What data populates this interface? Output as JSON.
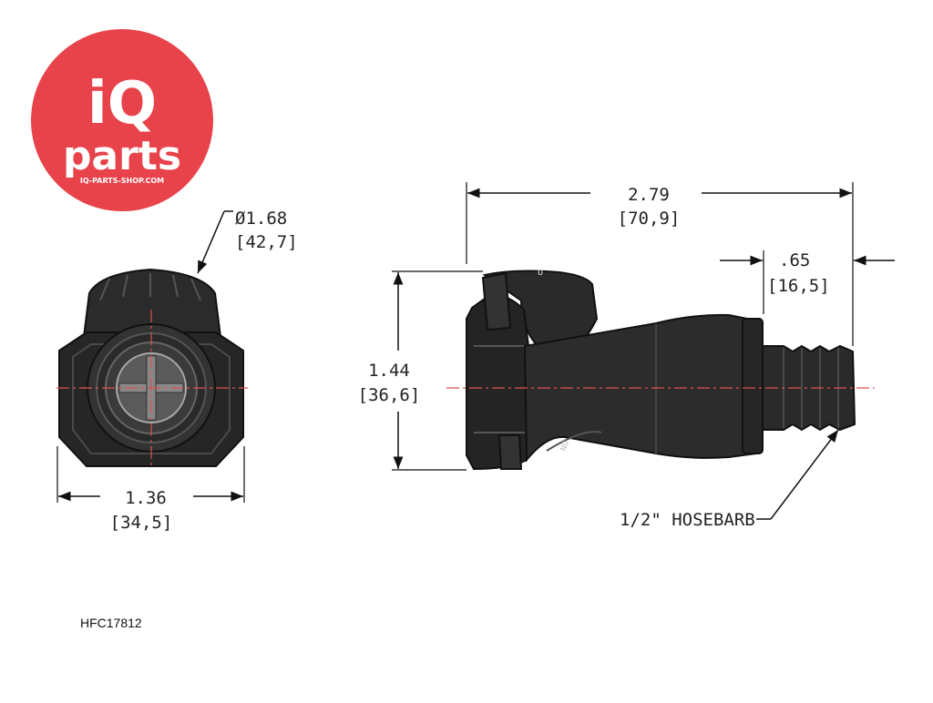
{
  "logo": {
    "brand_top": "iQ",
    "brand_bottom": "parts",
    "website": "IQ-PARTS-SHOP.COM",
    "color": "#E8424A"
  },
  "front_view": {
    "diameter": "Ø1.68",
    "diameter_mm": "[42,7]",
    "width": "1.36",
    "width_mm": "[34,5]"
  },
  "side_view": {
    "length": "2.79",
    "length_mm": "[70,9]",
    "barb_length": ".65",
    "barb_length_mm": "[16,5]",
    "height": "1.44",
    "height_mm": "[36,6]",
    "callout": "1/2\" HOSEBARB"
  },
  "part_number": "HFC17812",
  "colors": {
    "line": "#1a1a1a",
    "body": "#2a2a2a",
    "centerline": "#e05050"
  }
}
